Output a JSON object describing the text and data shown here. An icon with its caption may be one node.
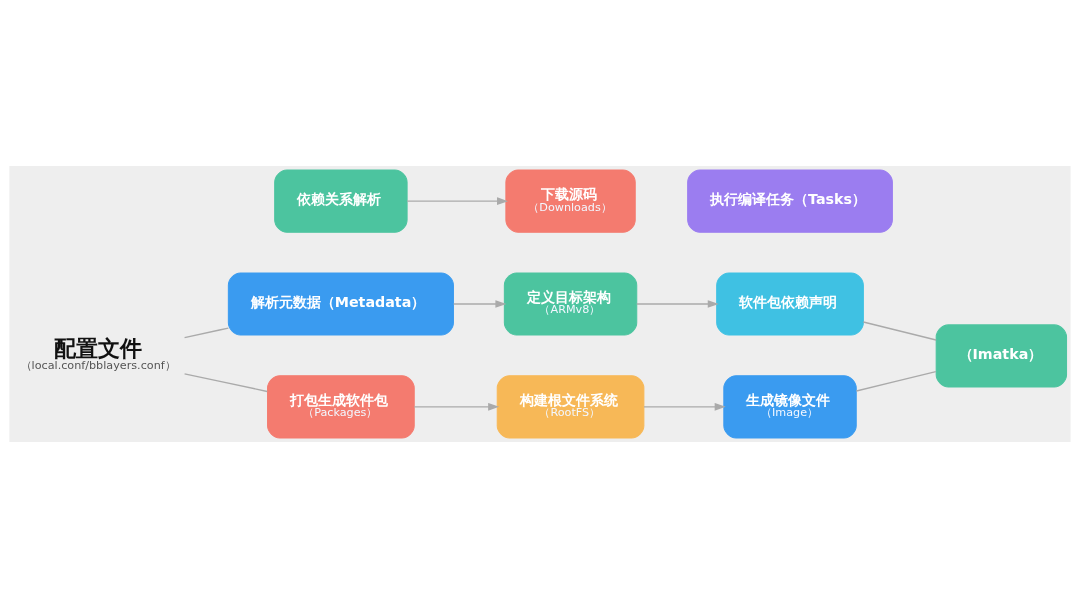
{
  "diagram": {
    "nodes": [
      {
        "text": [
          "配置文件",
          "（local.conf/bblayers.conf）"
        ]
      },
      {
        "text": [
          "解析元数据（Metadata）"
        ]
      },
      {
        "text": [
          "定义目标架构",
          "（ARMv8）"
        ]
      },
      {
        "text": [
          "软件包依赖声明"
        ]
      },
      {
        "text": [
          "依赖关系解析"
        ]
      },
      {
        "text": [
          "下载源码",
          "（Downloads）"
        ]
      },
      {
        "text": [
          "执行编译任务（Tasks）"
        ]
      },
      {
        "text": [
          "（Imatka）"
        ]
      },
      {
        "text": [
          "打包生成软件包",
          "（Packages）"
        ]
      },
      {
        "text": [
          "构建根文件系统",
          "（RootFS）"
        ]
      },
      {
        "text": [
          "生成镜像文件",
          "（Image）"
        ]
      }
    ],
    "edges": [
      {
        "from": 0,
        "to": 1,
        "arrow": "none"
      },
      {
        "from": 0,
        "to": 8,
        "arrow": "none"
      },
      {
        "from": 1,
        "to": 2,
        "arrow": "to"
      },
      {
        "from": 2,
        "to": 3,
        "arrow": "to"
      },
      {
        "from": 3,
        "to": 7,
        "arrow": "none"
      },
      {
        "from": 4,
        "to": 5,
        "arrow": "to"
      },
      {
        "from": 8,
        "to": 9,
        "arrow": "to"
      },
      {
        "from": 9,
        "to": 10,
        "arrow": "to"
      },
      {
        "from": 10,
        "to": 7,
        "arrow": "none"
      }
    ]
  }
}
